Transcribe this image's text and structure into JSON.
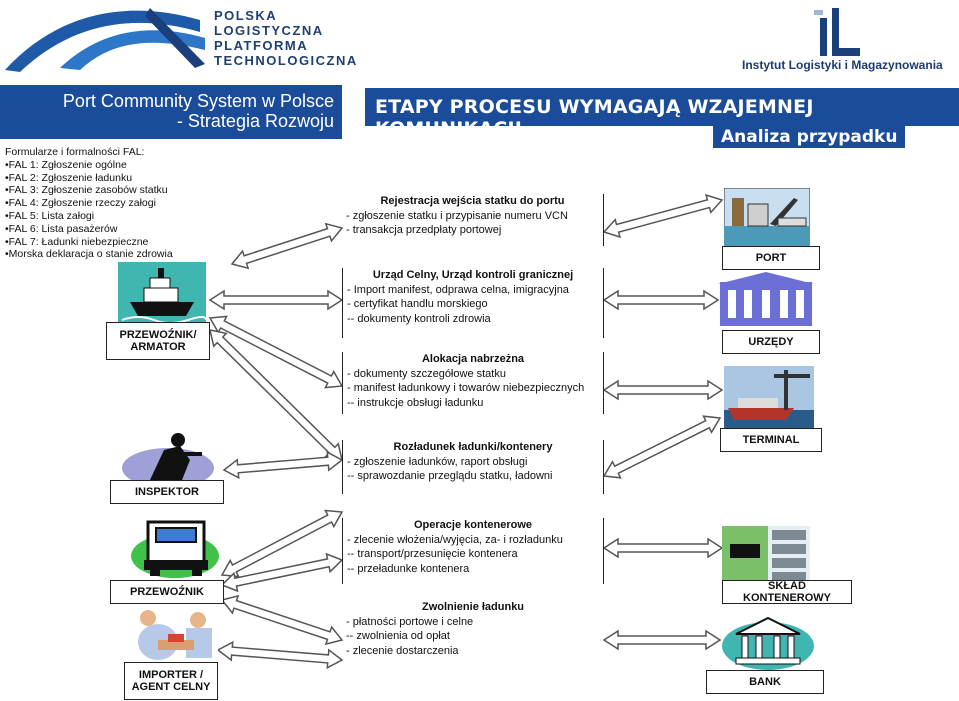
{
  "header": {
    "logo_left_lines": [
      "POLSKA",
      "LOGISTYCZNA",
      "PLATFORMA",
      "TECHNOLOGICZNA"
    ],
    "logo_right_text": "Instytut Logistyki i Magazynowania"
  },
  "title_left": {
    "line1": "Port  Community System w Polsce",
    "line2": "- Strategia Rozwoju"
  },
  "title_main": "ETAPY PROCESU WYMAGAJĄ WZAJEMNEJ KOMUNIKACJI",
  "subtitle": "Analiza przypadku",
  "fal": {
    "heading": "Formularze i formalności FAL:",
    "items": [
      "•FAL 1: Zgłoszenie ogólne",
      "•FAL 2: Zgłoszenie ładunku",
      "•FAL 3: Zgłoszenie zasobów statku",
      "•FAL 4: Zgłoszenie rzeczy załogi",
      "•FAL 5: Lista załogi",
      "•FAL 6: Lista pasażerów",
      "•FAL 7: Ładunki niebezpieczne",
      "•Morska deklaracja o stanie zdrowia"
    ]
  },
  "actors_left": {
    "armator": [
      "PRZEWOŹNIK/",
      "ARMATOR"
    ],
    "inspektor": "INSPEKTOR",
    "przewoznik": "PRZEWOŹNIK",
    "importer": [
      "IMPORTER /",
      "AGENT CELNY"
    ]
  },
  "actors_right": {
    "port": "PORT",
    "urzedy": "URZĘDY",
    "terminal": "TERMINAL",
    "sklad": "SKŁAD KONTENEROWY",
    "bank": "BANK"
  },
  "stages": [
    {
      "title": "Rejestracja  wejścia statku do portu",
      "lines": [
        "- zgłoszenie statku i przypisanie numeru VCN",
        "- transakcja przedpłaty portowej"
      ]
    },
    {
      "title": "Urząd Celny, Urząd kontroli granicznej",
      "lines": [
        "- Import manifest, odprawa celna, imigracyjna",
        "-  certyfikat handlu morskiego",
        "-- dokumenty kontroli zdrowia"
      ]
    },
    {
      "title": "Alokacja nabrzeżna",
      "lines": [
        "-  dokumenty szczegółowe statku",
        "-  manifest ładunkowy i towarów niebezpiecznych",
        "-- instrukcje obsługi ładunku"
      ]
    },
    {
      "title": "Rozładunek ładunki/kontenery",
      "lines": [
        "-  zgłoszenie ładunków, raport obsługi",
        "-- sprawozdanie przeglądu statku, ładowni"
      ]
    },
    {
      "title": "Operacje kontenerowe",
      "lines": [
        "-  zlecenie włożenia/wyjęcia, za- i rozładunku",
        "-- transport/przesunięcie kontenera",
        "-- przeładunke kontenera"
      ]
    },
    {
      "title": "Zwolnienie ładunku",
      "lines": [
        "-  płatności portowe i celne",
        "-- zwolnienia od opłat",
        "-  zlecenie dostarczenia"
      ]
    }
  ],
  "colors": {
    "title_blue": "#1a4c9a",
    "logo_blue": "#1f3f73",
    "arrow_fill": "#ffffff",
    "arrow_stroke": "#555555"
  }
}
